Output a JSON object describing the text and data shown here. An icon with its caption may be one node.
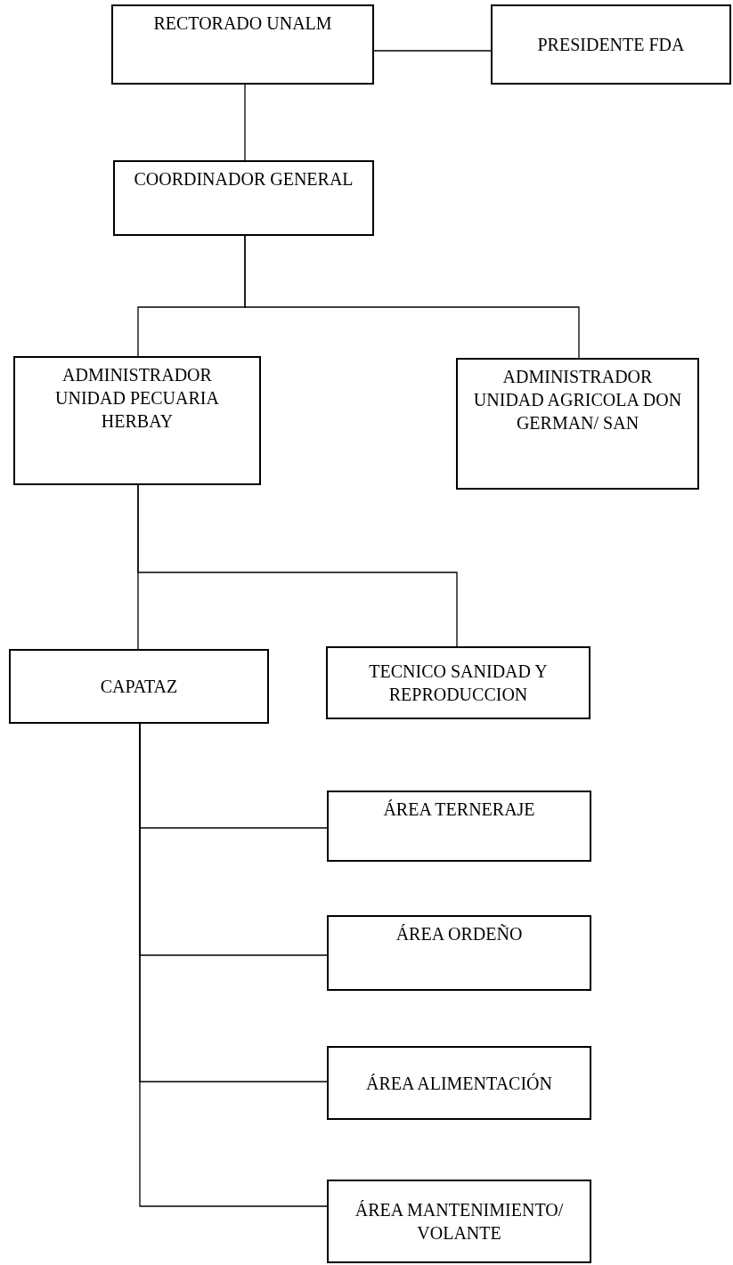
{
  "diagram": {
    "nodes": [
      {
        "text": [
          "RECTORADO UNALM"
        ]
      },
      {
        "text": [
          "PRESIDENTE FDA"
        ]
      },
      {
        "text": [
          "COORDINADOR GENERAL"
        ]
      },
      {
        "text": [
          "ADMINISTRADOR UNIDAD PECUARIA HERBAY"
        ]
      },
      {
        "text": [
          "ADMINISTRADOR UNIDAD AGRICOLA DON GERMAN/ SAN"
        ]
      },
      {
        "text": [
          "CAPATAZ"
        ]
      },
      {
        "text": [
          "TECNICO SANIDAD Y REPRODUCCION"
        ]
      },
      {
        "text": [
          "ÁREA TERNERAJE"
        ]
      },
      {
        "text": [
          "ÁREA ORDEÑO"
        ]
      },
      {
        "text": [
          "ÁREA ALIMENTACIÓN"
        ]
      },
      {
        "text": [
          "ÁREA MANTENIMIENTO/ VOLANTE"
        ]
      }
    ],
    "edges": [
      {
        "from": 0,
        "to": 1,
        "arrow": "none"
      },
      {
        "from": 0,
        "to": 2,
        "arrow": "none"
      },
      {
        "from": 2,
        "to": 3,
        "arrow": "none"
      },
      {
        "from": 2,
        "to": 4,
        "arrow": "none"
      },
      {
        "from": 3,
        "to": 5,
        "arrow": "none"
      },
      {
        "from": 3,
        "to": 6,
        "arrow": "none"
      },
      {
        "from": 5,
        "to": 7,
        "arrow": "none"
      },
      {
        "from": 5,
        "to": 8,
        "arrow": "none"
      },
      {
        "from": 5,
        "to": 9,
        "arrow": "none"
      },
      {
        "from": 5,
        "to": 10,
        "arrow": "none"
      }
    ]
  }
}
